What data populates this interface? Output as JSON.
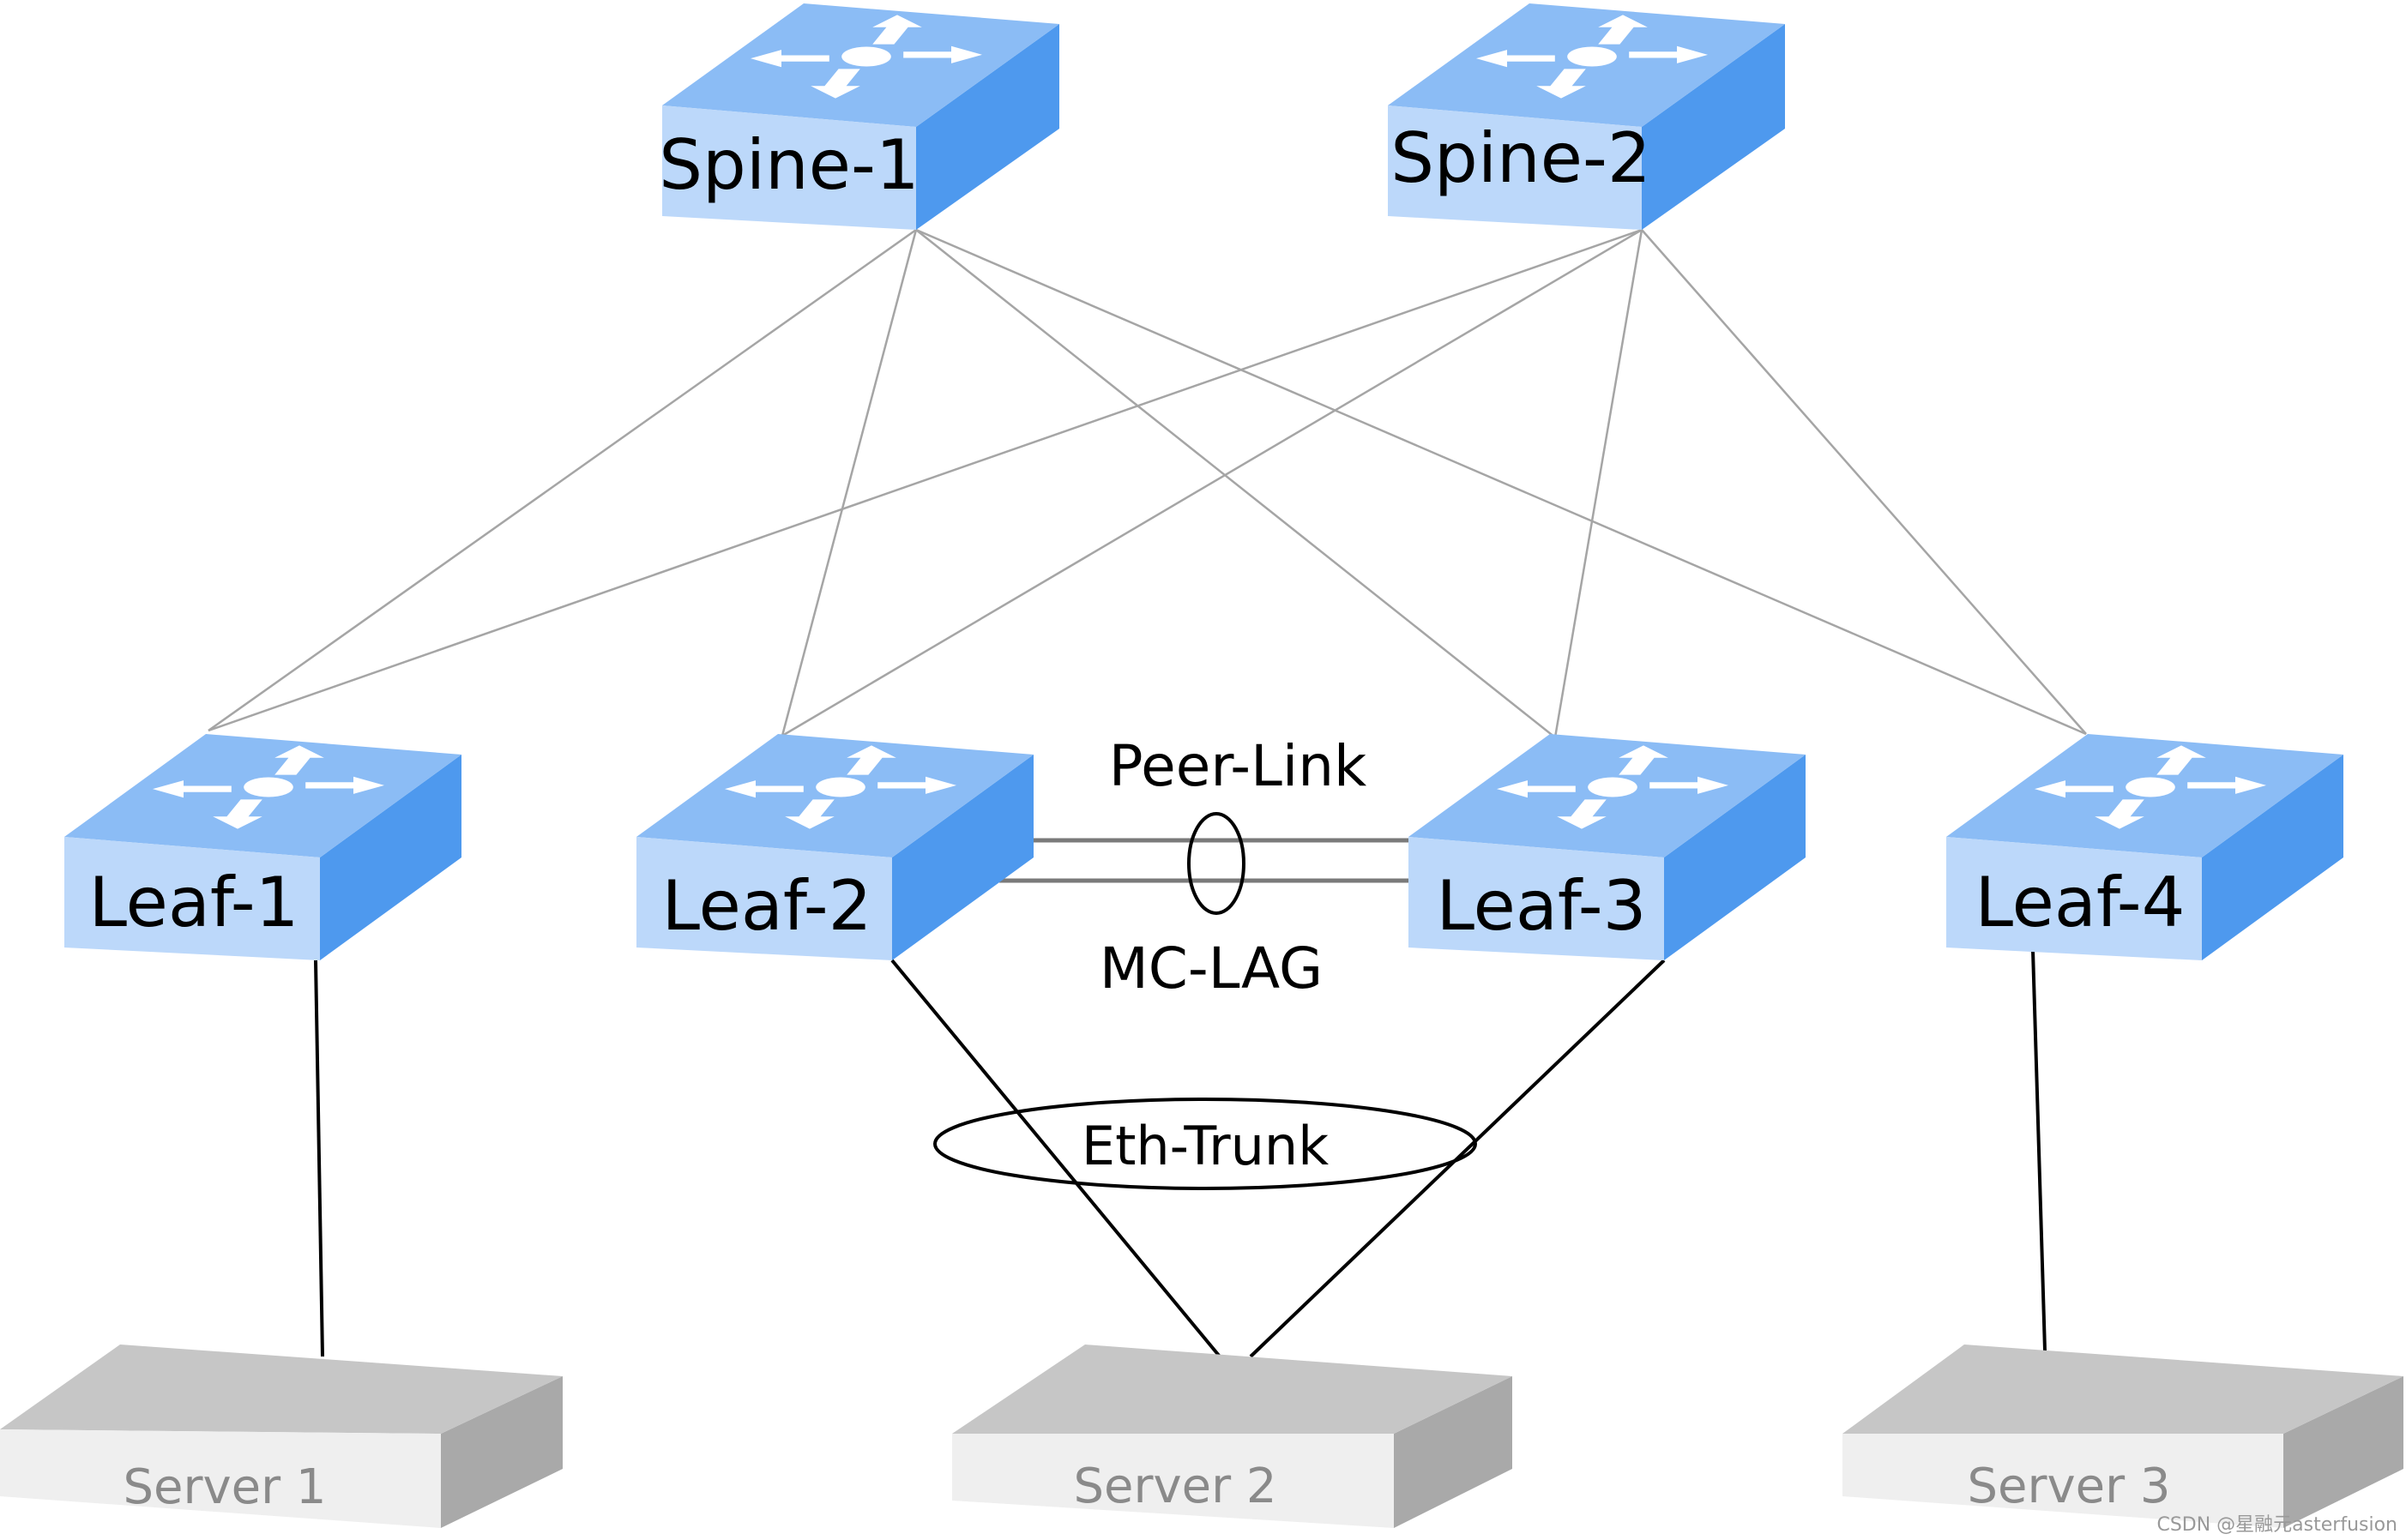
{
  "spines": [
    {
      "id": "spine1",
      "label": "Spine-1"
    },
    {
      "id": "spine2",
      "label": "Spine-2"
    }
  ],
  "leaves": [
    {
      "id": "leaf1",
      "label": "Leaf-1"
    },
    {
      "id": "leaf2",
      "label": "Leaf-2"
    },
    {
      "id": "leaf3",
      "label": "Leaf-3"
    },
    {
      "id": "leaf4",
      "label": "Leaf-4"
    }
  ],
  "servers": [
    {
      "id": "server1",
      "label": "Server 1"
    },
    {
      "id": "server2",
      "label": "Server 2"
    },
    {
      "id": "server3",
      "label": "Server 3"
    }
  ],
  "annotations": {
    "peer_link": "Peer-Link",
    "mc_lag": "MC-LAG",
    "eth_trunk": "Eth-Trunk",
    "watermark": "CSDN @星融元asterfusion"
  },
  "colors": {
    "switch_top": "#8bbcf5",
    "switch_front": "#bcd8fa",
    "switch_side": "#4e99ee",
    "server_top": "#c6c6c6",
    "server_front": "#efefef",
    "server_side": "#a9a9a9",
    "fabric_link": "#a5a5a5",
    "access_link": "#000000",
    "peer_link": "#7a7a7a"
  }
}
